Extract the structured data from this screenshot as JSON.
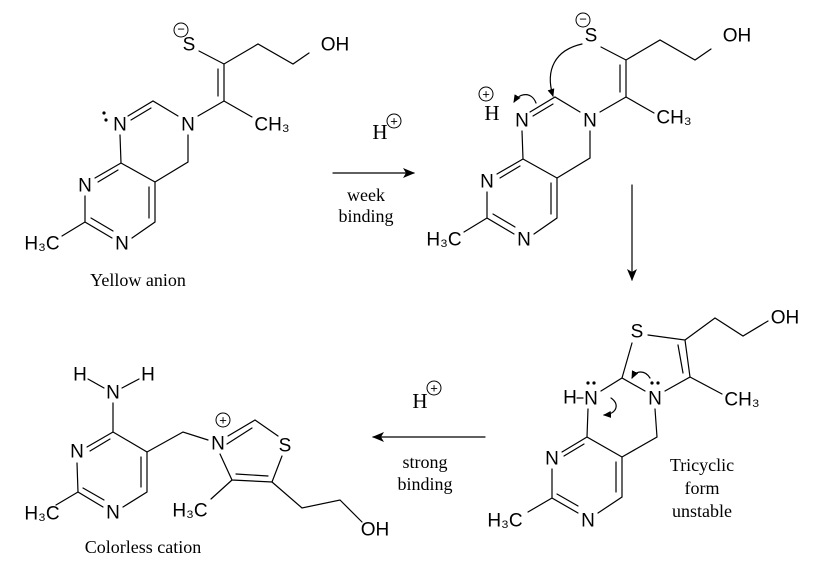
{
  "title": "Thiamine protonation scheme",
  "molecules": {
    "yellow_anion": {
      "name": "Yellow anion",
      "labels": {
        "S": "S",
        "OH": "OH",
        "CH3": "CH₃",
        "N1": "N",
        "N3": "N",
        "N5": "N",
        "N7": "N",
        "H3C": "H₃C"
      },
      "charge": "−"
    },
    "protonated": {
      "labels": {
        "S": "S",
        "OH": "OH",
        "CH3": "CH₃",
        "N1": "N",
        "N3": "N",
        "N5": "N",
        "N7": "N",
        "H3C": "H₃C",
        "H": "H"
      },
      "charge_s": "−",
      "charge_h": "+"
    },
    "tricyclic": {
      "name_lines": [
        "Tricyclic",
        "form",
        "unstable"
      ],
      "labels": {
        "S": "S",
        "OH": "OH",
        "CH3": "CH₃",
        "H": "H",
        "NH": "N",
        "N": "N",
        "N5": "N",
        "N7": "N",
        "H3C": "H₃C"
      }
    },
    "colorless_cation": {
      "name": "Colorless cation",
      "labels": {
        "H1": "H",
        "H2": "H",
        "NH2": "N",
        "N3": "N",
        "N1": "N",
        "H3C": "H₃C",
        "Nplus": "N",
        "S": "S",
        "H3C_t": "H₃C",
        "OH": "OH"
      },
      "charge": "+"
    }
  },
  "reactions": [
    {
      "reagent": "H",
      "reagent_charge": "+",
      "conditions": [
        "week",
        "binding"
      ],
      "direction": "right"
    },
    {
      "direction": "down"
    },
    {
      "reagent": "H",
      "reagent_charge": "+",
      "conditions": [
        "strong",
        "binding"
      ],
      "direction": "left"
    }
  ]
}
